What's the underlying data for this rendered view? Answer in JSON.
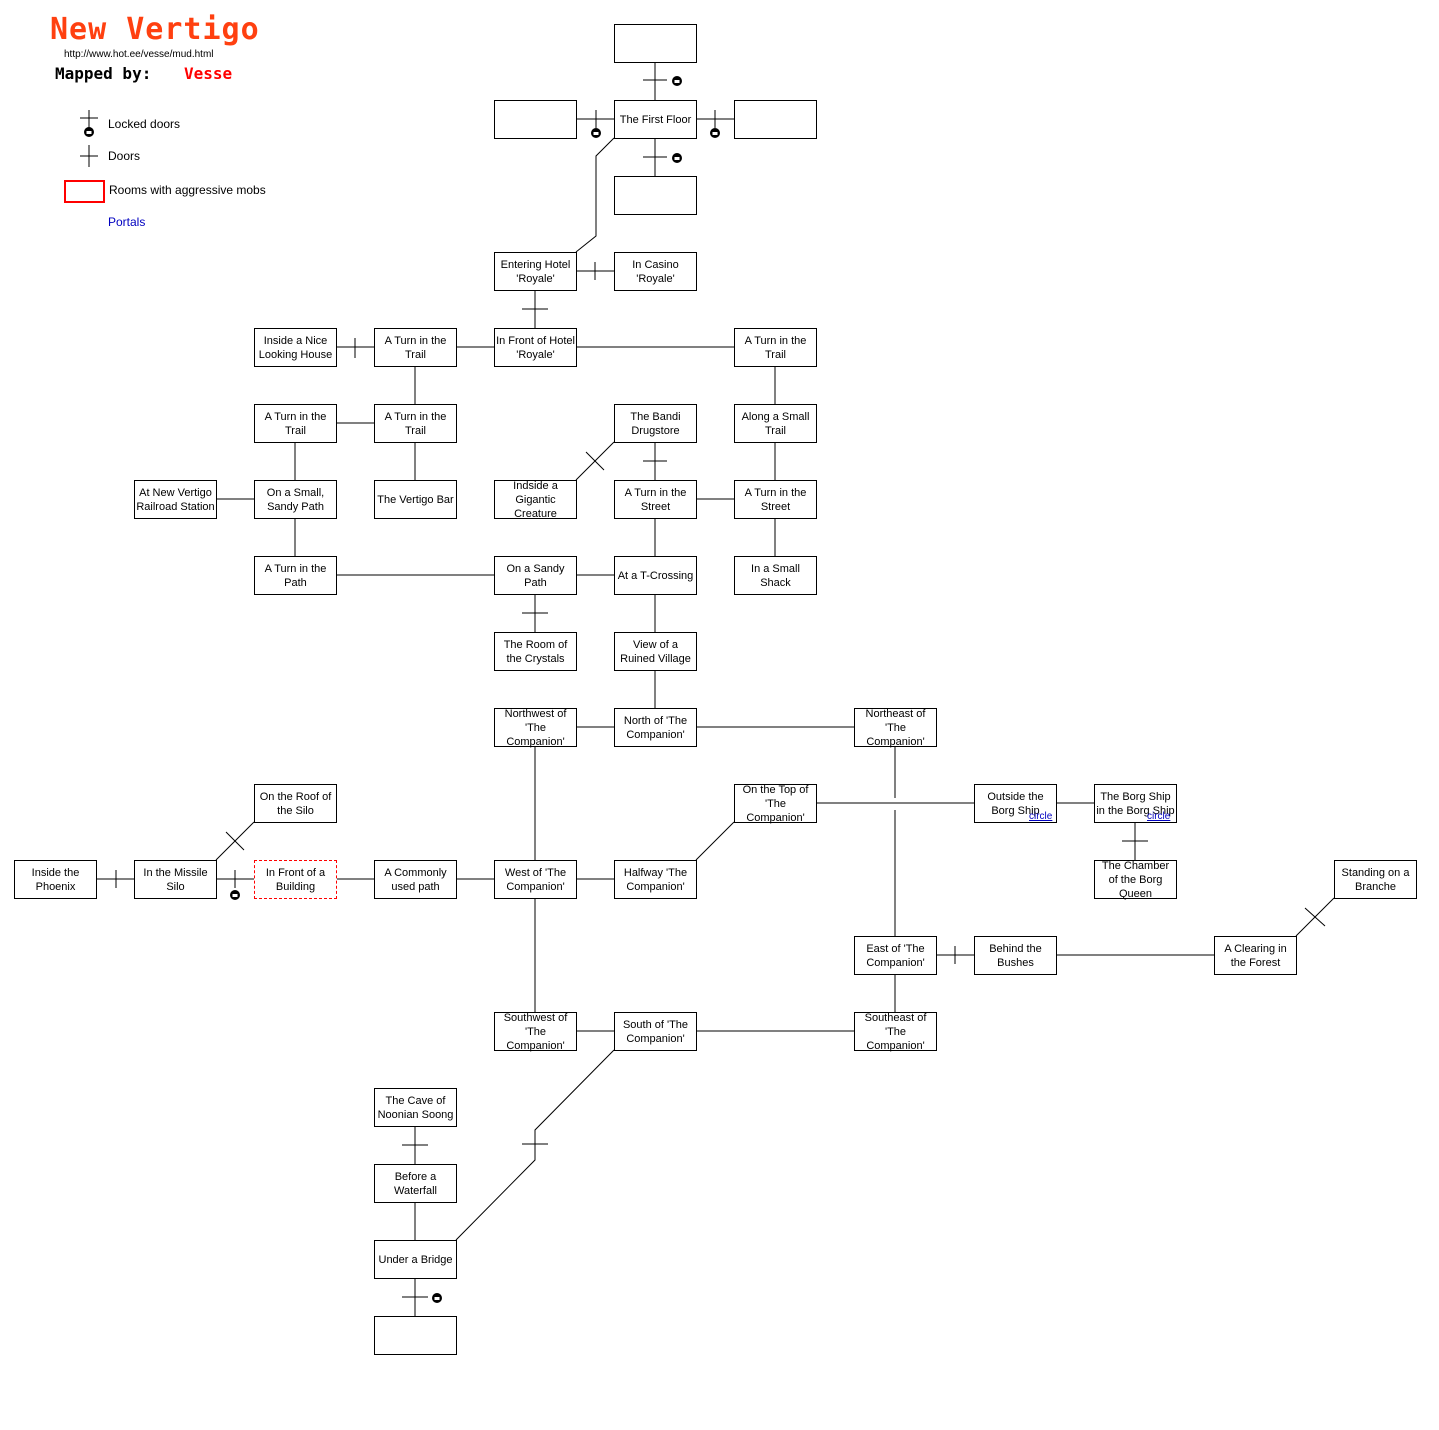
{
  "header": {
    "title": "New Vertigo",
    "url": "http://www.hot.ee/vesse/mud.html",
    "mapped_label": "Mapped by:",
    "author": "Vesse"
  },
  "legend": {
    "locked_doors": "Locked doors",
    "doors": "Doors",
    "aggressive": "Rooms with aggressive mobs",
    "portals": "Portals"
  },
  "colors": {
    "title": "#ff4010",
    "aggressive_border": "#ff0000",
    "portal_text": "#0000c0",
    "line": "#000000"
  },
  "rooms": {
    "top_room": "",
    "west_room": "",
    "east_room": "",
    "below_first_floor": "",
    "first_floor": "The First Floor",
    "entering_hotel": "Entering Hotel 'Royale'",
    "casino": "In Casino 'Royale'",
    "inside_nice_house": "Inside a Nice Looking House",
    "trail_1": "A Turn in the Trail",
    "front_hotel": "In Front of Hotel 'Royale'",
    "trail_east": "A Turn in the Trail",
    "trail_2": "A Turn in the Trail",
    "trail_3": "A Turn in the Trail",
    "bandi_drugstore": "The Bandi Drugstore",
    "small_trail": "Along a Small Trail",
    "railroad_station": "At New Vertigo Railroad Station",
    "sandy_path_small": "On a Small, Sandy Path",
    "vertigo_bar": "The Vertigo Bar",
    "gigantic_creature": "Indside a Gigantic Creature",
    "street_1": "A Turn in the Street",
    "street_2": "A Turn in the Street",
    "turn_path": "A Turn in the Path",
    "sandy_path": "On a Sandy Path",
    "t_crossing": "At a T-Crossing",
    "small_shack": "In a Small Shack",
    "room_crystals": "The Room of the Crystals",
    "ruined_village": "View of a Ruined Village",
    "nw_companion": "Northwest of 'The Companion'",
    "n_companion": "North of 'The Companion'",
    "ne_companion": "Northeast of 'The Companion'",
    "roof_silo": "On the Roof of the Silo",
    "top_companion": "On the Top of 'The Companion'",
    "outside_borg": "Outside the Borg Ship",
    "borg_ship": "The Borg Ship in the Borg Ship",
    "inside_phoenix": "Inside the Phoenix",
    "missile_silo": "In the Missile Silo",
    "front_building": "In Front of a Building",
    "commonly_path": "A Commonly used path",
    "w_companion": "West of 'The Companion'",
    "halfway": "Halfway 'The Companion'",
    "borg_queen": "The Chamber of the Borg Queen",
    "standing_branche": "Standing on a Branche",
    "e_companion": "East of 'The Companion'",
    "behind_bushes": "Behind the Bushes",
    "clearing_forest": "A Clearing in the Forest",
    "sw_companion": "Southwest of 'The Companion'",
    "s_companion": "South of 'The Companion'",
    "se_companion": "Southeast of 'The Companion'",
    "cave_noonian": "The Cave of Noonian Soong",
    "before_waterfall": "Before a Waterfall",
    "under_bridge": "Under a Bridge",
    "bottom_room": ""
  },
  "portals": {
    "outside_borg": "circle",
    "borg_ship": "circle"
  }
}
